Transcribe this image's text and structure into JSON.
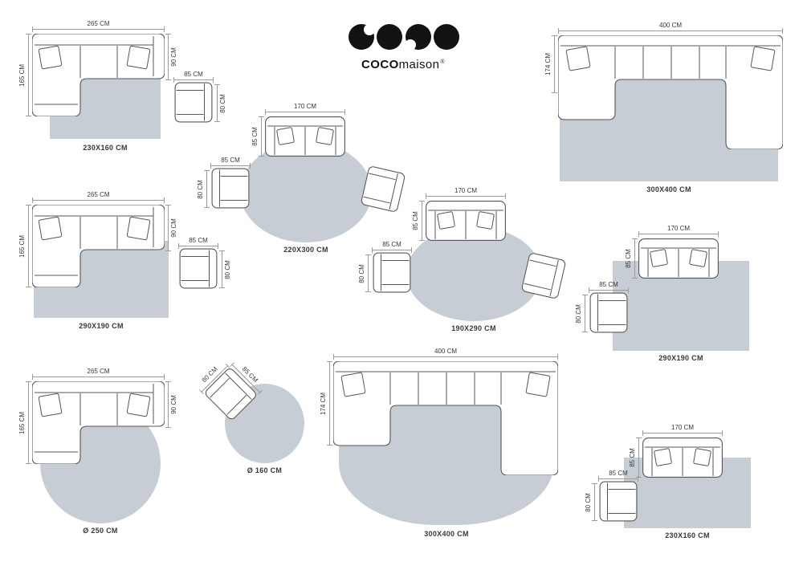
{
  "style": {
    "rug_color": "#c7cdd5",
    "furniture_stroke": "#555555",
    "dim_line_color": "#9b9b9b",
    "text_color": "#383838",
    "logo_color": "#121212"
  },
  "logo": {
    "bold": "COCO",
    "light": "maison",
    "reg": "®"
  },
  "g1": {
    "dim_w": "265 CM",
    "dim_h": "165 CM",
    "dim_d": "90 CM",
    "chair_w": "85 CM",
    "chair_d": "80 CM",
    "rug_label": "230X160 CM"
  },
  "g2": {
    "dim_w": "400 CM",
    "dim_h": "174 CM",
    "rug_label": "300X400 CM"
  },
  "g3": {
    "dim_w": "265 CM",
    "dim_h": "165 CM",
    "dim_d": "90 CM",
    "chair_w": "85 CM",
    "chair_d": "80 CM",
    "rug_label": "290X190 CM"
  },
  "g4": {
    "dim_w": "170 CM",
    "dim_h": "85 CM",
    "chair_w": "85 CM",
    "chair_d": "80 CM",
    "rug_label": "220X300 CM"
  },
  "g5": {
    "dim_w": "170 CM",
    "dim_h": "85 CM",
    "chair_w": "85 CM",
    "chair_d": "80 CM",
    "rug_label": "190X290 CM"
  },
  "g6": {
    "dim_w": "170 CM",
    "dim_h": "85 CM",
    "chair_w": "85 CM",
    "chair_d": "80 CM",
    "rug_label": "290X190 CM"
  },
  "g7": {
    "dim_w": "265 CM",
    "dim_h": "165 CM",
    "dim_d": "90 CM",
    "rug_label": "Ø 250 CM"
  },
  "g8": {
    "chair_w": "85 CM",
    "chair_d": "80 CM",
    "rug_label": "Ø 160 CM"
  },
  "g9": {
    "dim_w": "400 CM",
    "dim_h": "174 CM",
    "rug_label": "300X400 CM"
  },
  "g10": {
    "dim_w": "170 CM",
    "dim_h": "85 CM",
    "chair_w": "85 CM",
    "chair_d": "80 CM",
    "rug_label": "230X160 CM"
  }
}
